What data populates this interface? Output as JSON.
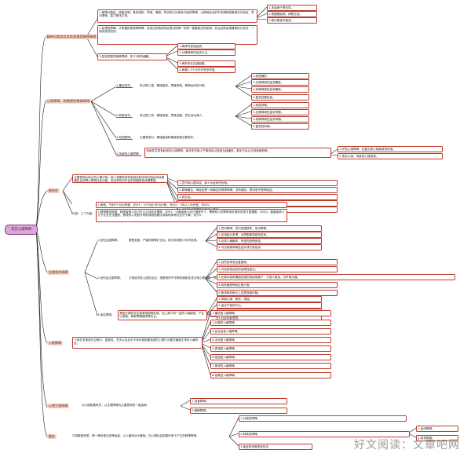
{
  "center_label": "常见心理障碍",
  "watermark": "好文阅读：文章吧网",
  "b1": {
    "label": "精神分裂症及其其他重度精神障碍",
    "n1": "1.精神分裂症。病因未明；具有感知、思维、情感、意志和行为等多方面的障碍，以精神活动的不协调和脱离现实为特征，意识清晰，智力基本正常。",
    "n2": "2.妄想性障碍。又称偏执性精神障碍。其突出的临床特征是出现单一的或一整套相关的妄想，并且这种妄想通常持久存在，一般系统性较好。",
    "n3": "3.急性短暂性精神障碍，多于2周内缓解。",
    "n1_s1": "1.多起病于青壮年。",
    "n1_s2": "2.常缓慢起病，病程迁延。",
    "n1_s3": "3.部分患者可痊愈。",
    "n3_s1": "1.两周内急性起病。",
    "n3_s2": "2.以精神病性症状为主。",
    "n3_s3": "3.病前存在应激因素。",
    "n3_s4": "4.病程2-3个月内可完全恢复。"
  },
  "b2": {
    "label": "心境障碍，即情感性精神障碍",
    "p1": "1.躁狂发作。",
    "p1_desc": "特点是三高：情绪高涨、思维奔逸、精神运动性兴奋。",
    "p2": "2.抑郁发作。",
    "p2_desc": "特点是三低：情绪低落、思维迟缓、意志活动减少。",
    "p3": "3.双相障碍。",
    "p3_desc": "主要表现为：情绪高涨和情绪低落交替发作。",
    "p4": "4.持续性心境障碍。",
    "p4_desc": "持续性并常有起伏的心境障碍，每次发作极少严重到足以描述为轻躁狂，甚至不足以达到轻度抑郁。",
    "p1_list": [
      "1.轻型躁狂。",
      "2.无精神病性症状躁狂。",
      "3.有精神病性症状躁狂。",
      "4.复发性躁狂症。"
    ],
    "p2_list": [
      "1.轻型抑郁。",
      "2.无精神病性症状抑郁。",
      "3.有精神病性症状抑郁。",
      "4.复发性抑郁。"
    ],
    "p4_list": [
      "1.环性心境障碍，反复出现心境高涨或低落。",
      "2.恶劣心境，持续性心境低落。"
    ]
  },
  "b3": {
    "label": "神经症",
    "def": "主要表现为持久的心理冲突，病人觉察到或体验到这种冲突并因此而深感痛苦且妨碍心理或社会功能，但没有任何可证实的器质性病理基础。",
    "f1": "1.意识到心理冲突，病人为症状所苦恼。",
    "f2": "2.精神痛苦。神经症是一种痛苦的精神障碍，没有痛苦，根本就不是神经症。",
    "f3": "3.持久性。",
    "f4": "4.妨碍心理或社会功能。",
    "f5": "5.没有任何器质性病变作为基础。",
    "diag1": "1.病程。不到3个月为短程，评分1；3个月至1年为中程，评分2；1年以上为长程，评分3。",
    "diag2": "2.精神痛苦程度。轻度者病人自己可以主动设法摆脱，评分1；中度者病人自己摆脱不了，需借别人的帮助或处境的改变才能摆脱，评分2；重度者病人几乎完全无法摆脱，即使别人安慰开导他或陪他娱乐或易地休养也无济于事，评分3。",
    "score": "评定：三个方面。"
  },
  "b4": {
    "label": "应激相关障碍",
    "s1": "1.急性应激障碍。",
    "s1_desc": "遭受急剧、严重的精神打击后，数分钟或数小时内发病。",
    "s1_list": [
      "1.意识障碍，意识范围狭窄，定向障碍。",
      "2.言语缺乏条理，对周围事物感知迟钝。",
      "3.出现人格解体，有强烈恐惧体验。",
      "4.可出现精神病性症状或兴奋症状。"
    ],
    "s2": "2.创伤后应激障碍。",
    "s2_desc": "又称延迟性心因性反应，指受到异乎寻常的威胁性或灾难心理创伤，导致延迟出现和长期持续的精神障碍。",
    "s2_list": [
      "1.创伤性体验反复重现。",
      "2.对创伤性经历的选择性遗忘。",
      "3.在麻木感和情绪迟钝的持续背景下，与他人疏远，对环境淡漠。",
      "4.常有植物神经过度兴奋。",
      "5.焦虑和抑郁与上述表现相伴随。"
    ],
    "s3": "3.适应障碍。",
    "s3_desc": "是因长期存在应激源或困难处境，加上病人有一定的人格缺陷，产生以烦恼、抑郁等情感障碍为主。",
    "s3_list": [
      "1.抑郁心境、焦虑、烦恼。",
      "2.适应不良的行为。",
      "3.出现生理功能障碍。",
      "4.社会功能受损。"
    ]
  },
  "b5": {
    "label": "人格障碍",
    "desc": "个体在发育成长过程中，因遗传、先天以及后天不良环境因素造成的心理行为模式偏离正常的人格特征。",
    "list": [
      "1.偏执型人格障碍。",
      "2.分裂样人格障碍。",
      "3.反社会型人格障碍。",
      "4.冲动型人格障碍。",
      "5.表演型人格障碍。",
      "6.强迫型人格障碍。",
      "7.焦虑性人格障碍。",
      "8.依赖性人格障碍。"
    ]
  },
  "b6": {
    "label": "心理生理障碍",
    "desc": "与心理因素有关，以生理障碍为主要表现的一组疾病。",
    "list": [
      "1.进食障碍。",
      "2.睡眠障碍。"
    ]
  },
  "b7": {
    "label": "癔症",
    "desc": "又称歇斯底里，是一种较常见的神经症。以人格特点为基础，在心理社会因素作用下产生的精神障碍。",
    "list": [
      "1.分离性障碍。",
      "2.转换性障碍。",
      "3.癔症的特殊表现形式。"
    ],
    "sub": [
      "1.运动障碍。",
      "2.感觉障碍。"
    ]
  }
}
